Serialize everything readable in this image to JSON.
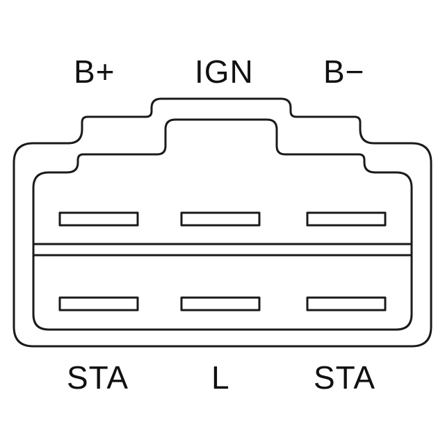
{
  "connector": {
    "top_row_labels": [
      "B+",
      "IGN",
      "B−"
    ],
    "bottom_row_labels": [
      "STA",
      "L",
      "STA"
    ],
    "colors": {
      "outline": "#1a1a1a",
      "background": "#ffffff"
    }
  }
}
